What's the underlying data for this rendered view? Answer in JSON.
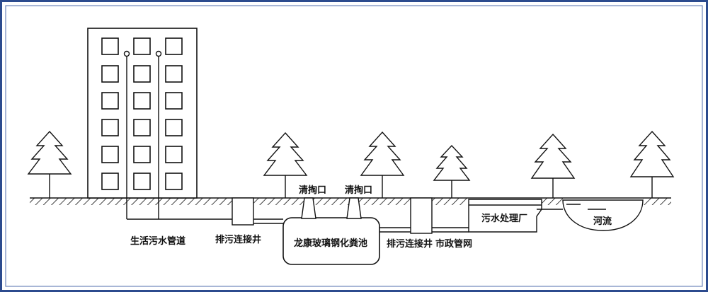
{
  "labels": {
    "sewage_pipe": "生活污水管道",
    "connect_well_left": "排污连接井",
    "cleanout_left": "清掏口",
    "cleanout_right": "清掏口",
    "septic_tank": "龙康玻璃钢化粪池",
    "connect_well_right": "排污连接井",
    "municipal_network": "市政管网",
    "treatment_plant": "污水处理厂",
    "river": "河流"
  },
  "colors": {
    "outer_border": "#2c4b8e",
    "inner_border": "#6e86bb",
    "line": "#111111",
    "water": "#dbe8f5"
  }
}
